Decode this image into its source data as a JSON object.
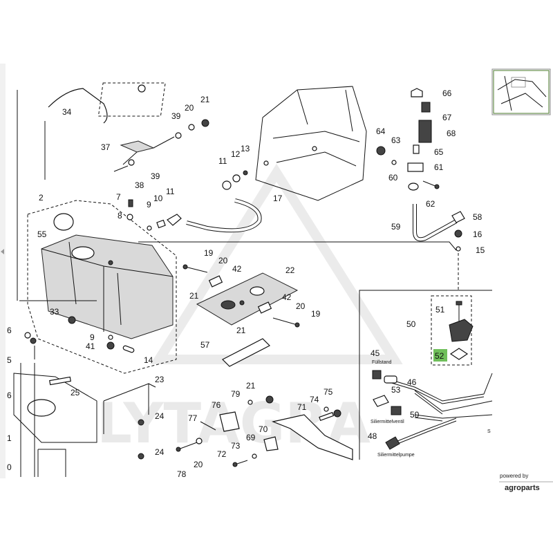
{
  "diagram": {
    "watermark": "LYTAGRA",
    "callouts": [
      {
        "id": "c34",
        "text": "34"
      },
      {
        "id": "c21a",
        "text": "21"
      },
      {
        "id": "c20a",
        "text": "20"
      },
      {
        "id": "c39a",
        "text": "39"
      },
      {
        "id": "c37",
        "text": "37"
      },
      {
        "id": "c39b",
        "text": "39"
      },
      {
        "id": "c38",
        "text": "38"
      },
      {
        "id": "c13",
        "text": "13"
      },
      {
        "id": "c12",
        "text": "12"
      },
      {
        "id": "c11a",
        "text": "11"
      },
      {
        "id": "c17",
        "text": "17"
      },
      {
        "id": "c2",
        "text": "2"
      },
      {
        "id": "c55",
        "text": "55"
      },
      {
        "id": "c7",
        "text": "7"
      },
      {
        "id": "c8",
        "text": "8"
      },
      {
        "id": "c9a",
        "text": "9"
      },
      {
        "id": "c10",
        "text": "10"
      },
      {
        "id": "c11b",
        "text": "11"
      },
      {
        "id": "c19a",
        "text": "19"
      },
      {
        "id": "c20b",
        "text": "20"
      },
      {
        "id": "c42a",
        "text": "42"
      },
      {
        "id": "c22",
        "text": "22"
      },
      {
        "id": "c21b",
        "text": "21"
      },
      {
        "id": "c42b",
        "text": "42"
      },
      {
        "id": "c20c",
        "text": "20"
      },
      {
        "id": "c19b",
        "text": "19"
      },
      {
        "id": "c21c",
        "text": "21"
      },
      {
        "id": "c33",
        "text": "33"
      },
      {
        "id": "c9b",
        "text": "9"
      },
      {
        "id": "c41",
        "text": "41"
      },
      {
        "id": "c14",
        "text": "14"
      },
      {
        "id": "c57",
        "text": "57"
      },
      {
        "id": "c66",
        "text": "66"
      },
      {
        "id": "c67",
        "text": "67"
      },
      {
        "id": "c68",
        "text": "68"
      },
      {
        "id": "c64",
        "text": "64"
      },
      {
        "id": "c63",
        "text": "63"
      },
      {
        "id": "c65",
        "text": "65"
      },
      {
        "id": "c61",
        "text": "61"
      },
      {
        "id": "c60",
        "text": "60"
      },
      {
        "id": "c62",
        "text": "62"
      },
      {
        "id": "c58",
        "text": "58"
      },
      {
        "id": "c59",
        "text": "59"
      },
      {
        "id": "c16",
        "text": "16"
      },
      {
        "id": "c15",
        "text": "15"
      },
      {
        "id": "c51",
        "text": "51"
      },
      {
        "id": "c50a",
        "text": "50"
      },
      {
        "id": "c52",
        "text": "52"
      },
      {
        "id": "c45",
        "text": "45"
      },
      {
        "id": "c46",
        "text": "46"
      },
      {
        "id": "c53",
        "text": "53"
      },
      {
        "id": "c50b",
        "text": "50"
      },
      {
        "id": "c48",
        "text": "48"
      },
      {
        "id": "c25",
        "text": "25"
      },
      {
        "id": "c23",
        "text": "23"
      },
      {
        "id": "c24a",
        "text": "24"
      },
      {
        "id": "c24b",
        "text": "24"
      },
      {
        "id": "c21d",
        "text": "21"
      },
      {
        "id": "c79",
        "text": "79"
      },
      {
        "id": "c76",
        "text": "76"
      },
      {
        "id": "c77",
        "text": "77"
      },
      {
        "id": "c75",
        "text": "75"
      },
      {
        "id": "c74",
        "text": "74"
      },
      {
        "id": "c71",
        "text": "71"
      },
      {
        "id": "c70",
        "text": "70"
      },
      {
        "id": "c69",
        "text": "69"
      },
      {
        "id": "c73",
        "text": "73"
      },
      {
        "id": "c72",
        "text": "72"
      },
      {
        "id": "c20d",
        "text": "20"
      },
      {
        "id": "c78",
        "text": "78"
      },
      {
        "id": "c6a",
        "text": "6"
      },
      {
        "id": "c5",
        "text": "5"
      },
      {
        "id": "c6b",
        "text": "6"
      },
      {
        "id": "c1",
        "text": "1"
      },
      {
        "id": "c0",
        "text": "0"
      }
    ],
    "inset_labels": {
      "fullstand": "Füllstand",
      "siliermittelventil": "Siliermittelventil",
      "siliermittelpumpe": "Siliermittelpumpe",
      "edge_s": "S"
    },
    "highlight_part": "52"
  },
  "branding": {
    "powered_by": "powered by",
    "agroparts": "agroparts"
  },
  "colors": {
    "line": "#111111",
    "highlight": "#6fbf5a",
    "watermark": "#cfcfcf"
  }
}
